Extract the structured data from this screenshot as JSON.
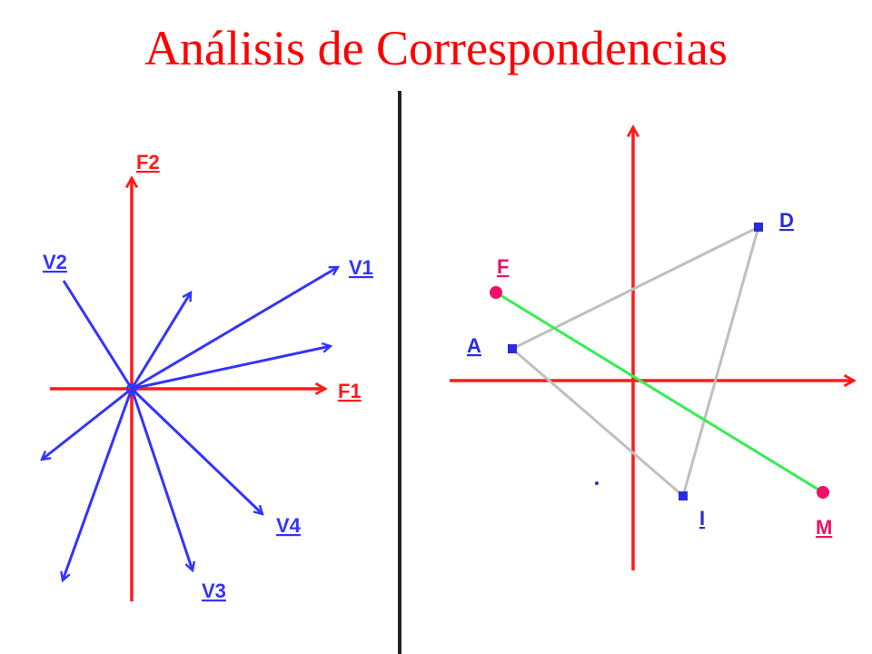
{
  "title": "Análisis de Correspondencias",
  "colors": {
    "title": "#ff0000",
    "axis": "#ff1a1a",
    "vector": "#3333ff",
    "divider": "#222222",
    "profile_line": "#bfbfbf",
    "column_point": "#2b2bdd",
    "row_point": "#ee1166",
    "row_line": "#33ee55"
  },
  "left_panel": {
    "axis_labels": {
      "f1": "F1",
      "f2": "F2"
    },
    "vector_labels": [
      "V1",
      "V2",
      "V3",
      "V4"
    ]
  },
  "right_panel": {
    "column_points": [
      {
        "label": "D"
      },
      {
        "label": "A"
      },
      {
        "label": "I"
      }
    ],
    "row_points": [
      {
        "label": "F"
      },
      {
        "label": "M"
      }
    ]
  }
}
